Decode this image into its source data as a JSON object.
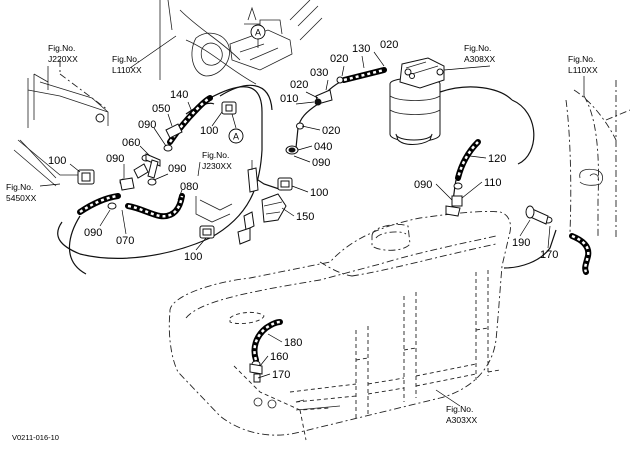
{
  "diagram_code": "V0211-016-10",
  "fig_refs": [
    {
      "id": "j220",
      "line1": "Fig.No.",
      "line2": "J220XX"
    },
    {
      "id": "l110a",
      "line1": "Fig.No.",
      "line2": "L110XX"
    },
    {
      "id": "a308",
      "line1": "Fig.No.",
      "line2": "A308XX"
    },
    {
      "id": "l110b",
      "line1": "Fig.No.",
      "line2": "L110XX"
    },
    {
      "id": "j230",
      "line1": "Fig.No.",
      "line2": "J230XX"
    },
    {
      "id": "5450",
      "line1": "Fig.No.",
      "line2": "5450XX"
    },
    {
      "id": "a303",
      "line1": "Fig.No.",
      "line2": "A303XX"
    }
  ],
  "callouts": [
    {
      "id": "A1",
      "text": "A"
    },
    {
      "id": "A2",
      "text": "A"
    }
  ],
  "part_numbers": {
    "p130": "130",
    "p020a": "020",
    "p020b": "020",
    "p030": "030",
    "p020c": "020",
    "p010": "010",
    "p020d": "020",
    "p040": "040",
    "p090a": "090",
    "p140": "140",
    "p050": "050",
    "p090b": "090",
    "p100a": "100",
    "p060": "060",
    "p090c": "090",
    "p100b": "100",
    "p090d": "090",
    "p080": "080",
    "p100c": "100",
    "p150": "150",
    "p120": "120",
    "p110": "110",
    "p090e": "090",
    "p090f": "090",
    "p070": "070",
    "p100d": "100",
    "p190": "190",
    "p170a": "170",
    "p180": "180",
    "p160": "160",
    "p170b": "170"
  }
}
